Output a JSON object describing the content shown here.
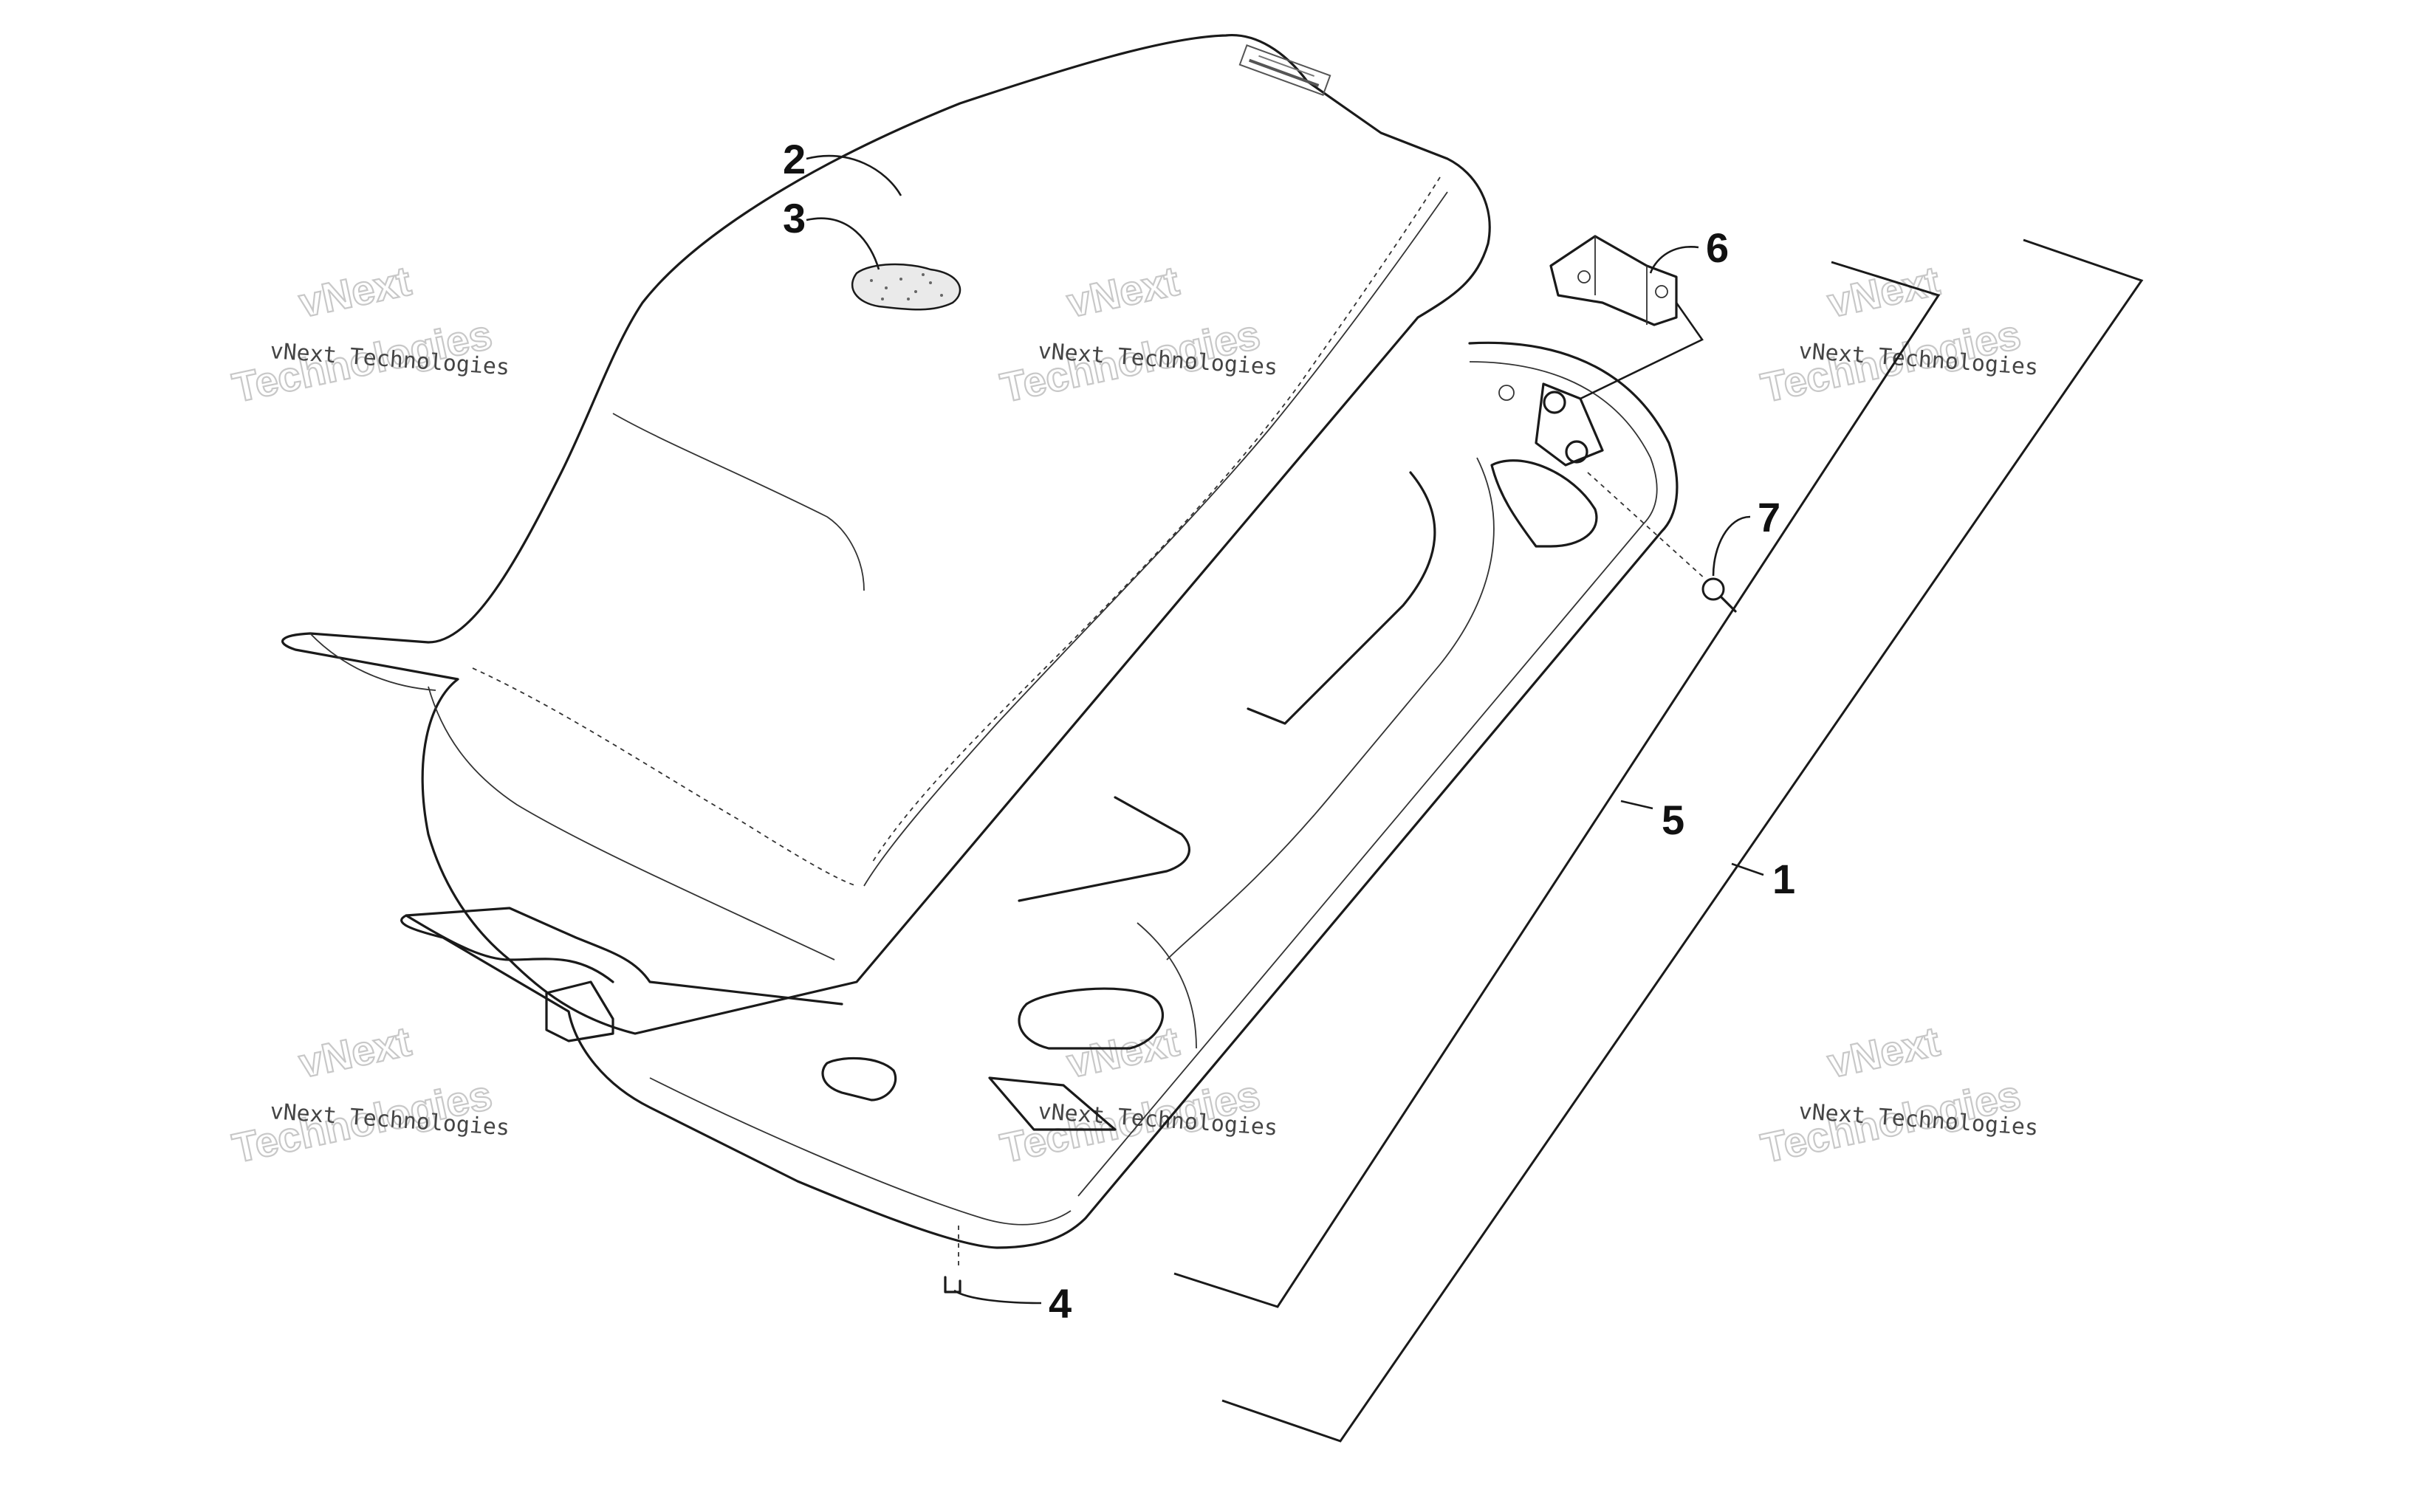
{
  "diagram": {
    "callouts": [
      {
        "id": "c1",
        "label": "1"
      },
      {
        "id": "c2",
        "label": "2"
      },
      {
        "id": "c3",
        "label": "3"
      },
      {
        "id": "c4",
        "label": "4"
      },
      {
        "id": "c5",
        "label": "5"
      },
      {
        "id": "c6",
        "label": "6"
      },
      {
        "id": "c7",
        "label": "7"
      }
    ],
    "watermark": {
      "line1": "vNext Technologies",
      "line2": "vNext",
      "line3": "Technologies"
    }
  }
}
